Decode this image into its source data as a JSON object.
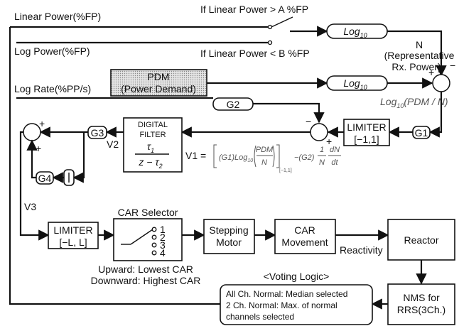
{
  "inputs": {
    "linear_power": "Linear Power(%FP)",
    "log_power": "Log Power(%FP)",
    "log_rate": "Log Rate(%PP/s)"
  },
  "switch": {
    "top_condition": "If Linear Power > A %FP",
    "bottom_condition": "If Linear Power < B %FP"
  },
  "log_box_label": "Log",
  "log_box_sub": "10",
  "rep_power": {
    "n": "N",
    "line1": "(Representative",
    "line2": "Rx. Power)"
  },
  "pdm": {
    "line1": "PDM",
    "line2": "(Power Demand)"
  },
  "log_ratio": {
    "prefix": "Log",
    "sub": "10",
    "suffix": "(PDM / N)"
  },
  "gains": {
    "g1": "G1",
    "g2": "G2",
    "g3": "G3",
    "g4": "G4"
  },
  "limiter1": {
    "title": "LIMITER",
    "range": "[−1,1]"
  },
  "digital_filter": {
    "line1": "DIGITAL",
    "line2": "FILTER",
    "num": "τ",
    "num_sub": "1",
    "den": "z − τ",
    "den_sub": "2"
  },
  "equation": {
    "v1": "V1 =",
    "term1a": "(G1)Log",
    "term1a_sub": "10",
    "term1_frac_num": "PDM",
    "term1_frac_den": "N",
    "range_sub": "[−1,1]",
    "term2": "−(G2)",
    "frac2_num": "1",
    "frac2_den": "N",
    "frac3_num": "dN",
    "frac3_den": "dt"
  },
  "signals": {
    "v1": "V1",
    "v2": "V2",
    "v3": "V3"
  },
  "signs": {
    "plus": "+",
    "minus": "−"
  },
  "limiter2": {
    "title": "LIMITER",
    "range": "[−L, L]"
  },
  "car_selector": {
    "title": "CAR Selector",
    "options": [
      "1",
      "2",
      "3",
      "4"
    ],
    "upward": "Upward: Lowest CAR",
    "downward": "Downward: Highest CAR"
  },
  "stepping_motor": {
    "line1": "Stepping",
    "line2": "Motor"
  },
  "car_movement": {
    "line1": "CAR",
    "line2": "Movement"
  },
  "reactivity": "Reactivity",
  "reactor": "Reactor",
  "nms": {
    "line1": "NMS for",
    "line2": "RRS(3Ch.)"
  },
  "voting": {
    "title": "<Voting Logic>",
    "line1": "All Ch. Normal:  Median selected",
    "line2": "2 Ch. Normal:  Max. of normal",
    "line3": "channels selected"
  }
}
